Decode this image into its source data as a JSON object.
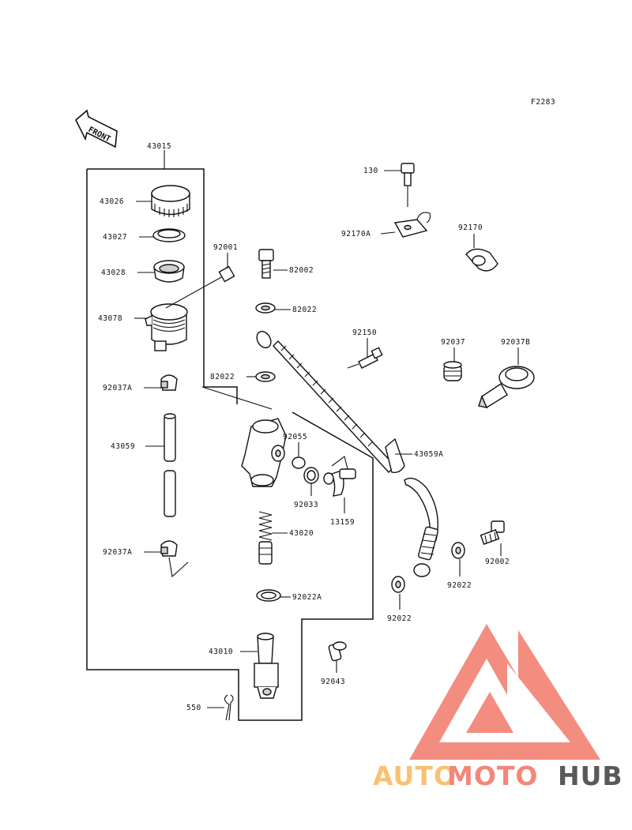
{
  "figure_code": "F2283",
  "front_label": "FRONT",
  "parts": {
    "p43015": "43015",
    "p43026": "43026",
    "p43027": "43027",
    "p43028": "43028",
    "p43078": "43078",
    "p92037A_top": "92037A",
    "p43059": "43059",
    "p92037A_bot": "92037A",
    "p92001": "92001",
    "p82002": "82002",
    "p82022_top": "82022",
    "p82022_mid": "82022",
    "p130": "130",
    "p92170A": "92170A",
    "p92170": "92170",
    "p92150": "92150",
    "p92037": "92037",
    "p92037B": "92037B",
    "p43059A": "43059A",
    "p92055": "92055",
    "p92033": "92033",
    "p13159": "13159",
    "p43020": "43020",
    "p92022A": "92022A",
    "p43010": "43010",
    "p92043": "92043",
    "p550": "550",
    "p92002": "92002",
    "p92022_right": "92022",
    "p92022_low": "92022"
  },
  "watermark": {
    "brand_auto": "AUTO",
    "brand_moto": "MOTO",
    "brand_hub": "HUB",
    "color_primary": "#f3877a",
    "color_secondary": "#f9c173",
    "color_dark": "#595959"
  }
}
